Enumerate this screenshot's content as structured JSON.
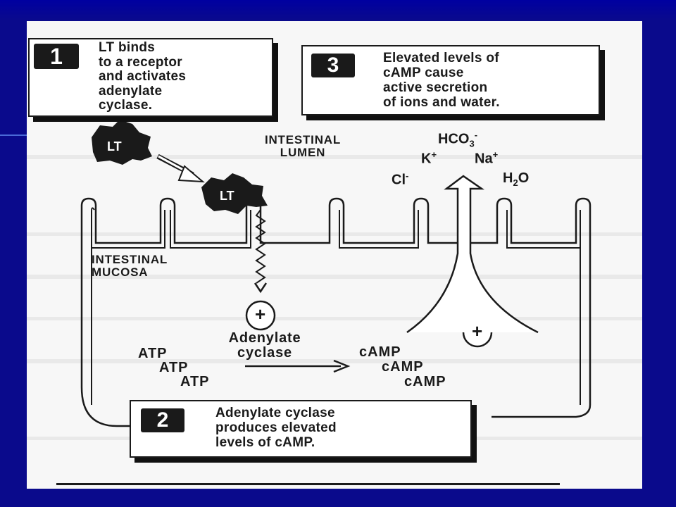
{
  "callouts": {
    "step1": {
      "number": "1",
      "text": "LT binds\nto a receptor\nand activates\nadenylate\ncyclase."
    },
    "step2": {
      "number": "2",
      "text": "Adenylate cyclase\nproduces elevated\nlevels of cAMP."
    },
    "step3": {
      "number": "3",
      "text": "Elevated levels of\ncAMP cause\nactive secretion\nof ions and water."
    }
  },
  "labels": {
    "lumen": "INTESTINAL\nLUMEN",
    "mucosa": "INTESTINAL\nMUCOSA",
    "toxin": "LT",
    "enzyme": "Adenylate\ncyclase",
    "plus": "+",
    "substrate": "ATP",
    "product": "cAMP"
  },
  "ions": {
    "bicarbonate": {
      "base": "HCO",
      "sub": "3",
      "sup": "-"
    },
    "potassium": {
      "base": "K",
      "sup": "+"
    },
    "sodium": {
      "base": "Na",
      "sup": "+"
    },
    "chloride": {
      "base": "Cl",
      "sup": "-"
    },
    "water": {
      "base": "H",
      "sub": "2",
      "tail": "O"
    }
  }
}
